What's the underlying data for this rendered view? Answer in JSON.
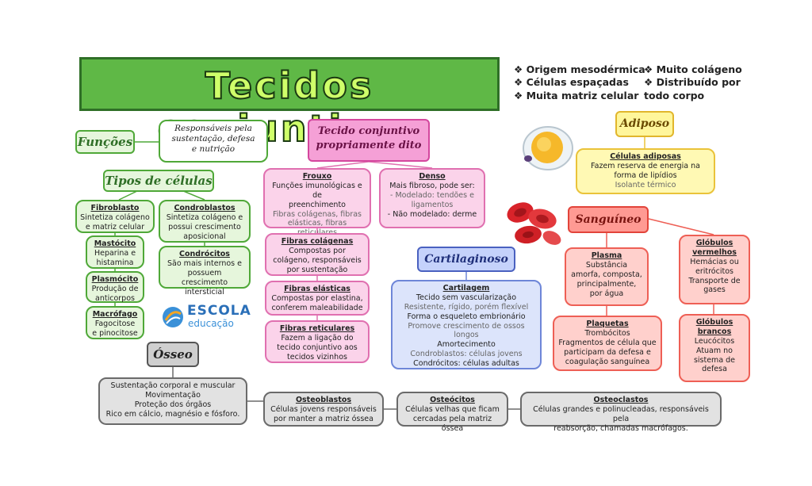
{
  "title": "Tecidos conjuntivos",
  "features_left": [
    "Origem mesodérmica",
    "Células espaçadas",
    "Muita matriz celular"
  ],
  "features_right": [
    "Muito colágeno",
    "Distribuído por todo corpo"
  ],
  "funcoes": {
    "label": "Funções",
    "text": [
      "Responsáveis pela",
      "sustentação, defesa",
      "e nutrição"
    ]
  },
  "tipos": {
    "label": "Tipos de células",
    "fibroblasto": {
      "title": "Fibroblasto",
      "lines": [
        "Sintetiza colágeno",
        "e matriz celular"
      ]
    },
    "mastocito": {
      "title": "Mastócito",
      "lines": [
        "Heparina e",
        "histamina"
      ]
    },
    "plasmocito": {
      "title": "Plasmócito",
      "lines": [
        "Produção de",
        "anticorpos"
      ]
    },
    "macrofago": {
      "title": "Macrófago",
      "lines": [
        "Fagocitose",
        "e pinocitose"
      ]
    },
    "condroblastos": {
      "title": "Condroblastos",
      "lines": [
        "Sintetiza colágeno e",
        "possui crescimento",
        "aposicional"
      ]
    },
    "condrocitos": {
      "title": "Condrócitos",
      "lines": [
        "São mais internos e",
        "possuem crescimento",
        "intersticial"
      ]
    }
  },
  "logo": {
    "line1": "ESCOLA",
    "line2": "educação"
  },
  "proprio": {
    "label": [
      "Tecido conjuntivo",
      "propriamente dito"
    ],
    "frouxo": {
      "title": "Frouxo",
      "lines": [
        "Funções imunológicas e de",
        "preenchimento"
      ],
      "dim": [
        "Fibras colágenas, fibras",
        "elásticas, fibras reticulares"
      ]
    },
    "denso": {
      "title": "Denso",
      "lines": [
        "Mais fibroso, pode ser:"
      ],
      "dim": [
        "- Modelado: tendões e",
        "ligamentos"
      ],
      "lines2": [
        "- Não modelado: derme"
      ]
    },
    "colagenas": {
      "title": "Fibras colágenas",
      "lines": [
        "Compostas por",
        "colágeno, responsáveis",
        "por sustentação"
      ]
    },
    "elasticas": {
      "title": "Fibras elásticas",
      "lines": [
        "Compostas por elastina,",
        "conferem maleabilidade"
      ]
    },
    "reticulares": {
      "title": "Fibras reticulares",
      "lines": [
        "Fazem a ligação do",
        "tecido conjuntivo aos",
        "tecidos vizinhos"
      ]
    }
  },
  "cartilaginoso": {
    "label": "Cartilaginoso",
    "title": "Cartilagem",
    "lines": [
      {
        "text": "Tecido sem vascularização",
        "dim": false
      },
      {
        "text": "Resistente, rígido, porém flexível",
        "dim": true
      },
      {
        "text": "Forma o esqueleto embrionário",
        "dim": false
      },
      {
        "text": "Promove crescimento de ossos longos",
        "dim": true
      },
      {
        "text": "Amortecimento",
        "dim": false
      },
      {
        "text": "Condroblastos: células jovens",
        "dim": true
      },
      {
        "text": "Condrócitos: células adultas",
        "dim": false
      }
    ]
  },
  "adiposo": {
    "label": "Adiposo",
    "title": "Células adiposas",
    "lines": [
      "Fazem reserva de energia na",
      "forma de lipídios"
    ],
    "dim": [
      "Isolante térmico"
    ]
  },
  "sanguineo": {
    "label": "Sanguíneo",
    "plasma": {
      "title": "Plasma",
      "lines": [
        "Substância",
        "amorfa, composta,",
        "principalmente,",
        "por água"
      ]
    },
    "plaquetas": {
      "title": "Plaquetas",
      "lines": [
        "Trombócitos",
        "Fragmentos de célula que",
        "participam da defesa e",
        "coagulação sanguínea"
      ]
    },
    "vermelhos": {
      "title": [
        "Glóbulos",
        "vermelhos"
      ],
      "lines": [
        "Hemácias ou",
        "eritrócitos",
        "Transporte de",
        "gases"
      ]
    },
    "brancos": {
      "title": [
        "Glóbulos",
        "brancos"
      ],
      "lines": [
        "Leucócitos",
        "Atuam no",
        "sistema de",
        "defesa"
      ]
    }
  },
  "osseo": {
    "label": "Ósseo",
    "main": [
      "Sustentação corporal e muscular",
      "Movimentação",
      "Proteção dos órgãos",
      "Rico em cálcio, magnésio e fósforo."
    ],
    "osteoblastos": {
      "title": "Osteoblastos",
      "lines": [
        "Células jovens responsáveis",
        "por manter a matriz óssea"
      ]
    },
    "osteocitos": {
      "title": "Osteócitos",
      "lines": [
        "Células velhas que ficam",
        "cercadas pela matriz óssea"
      ]
    },
    "osteoclastos": {
      "title": "Osteoclastos",
      "lines": [
        "Células grandes e polinucleadas, responsáveis pela",
        "reabsorção, chamadas macrófagos."
      ]
    }
  },
  "colors": {
    "green": "#4fa838",
    "pink": "#e070b0",
    "blue": "#6e86d8",
    "gray": "#6a6a6a",
    "salmon": "#ee5f55",
    "yellow": "#eac33a"
  }
}
